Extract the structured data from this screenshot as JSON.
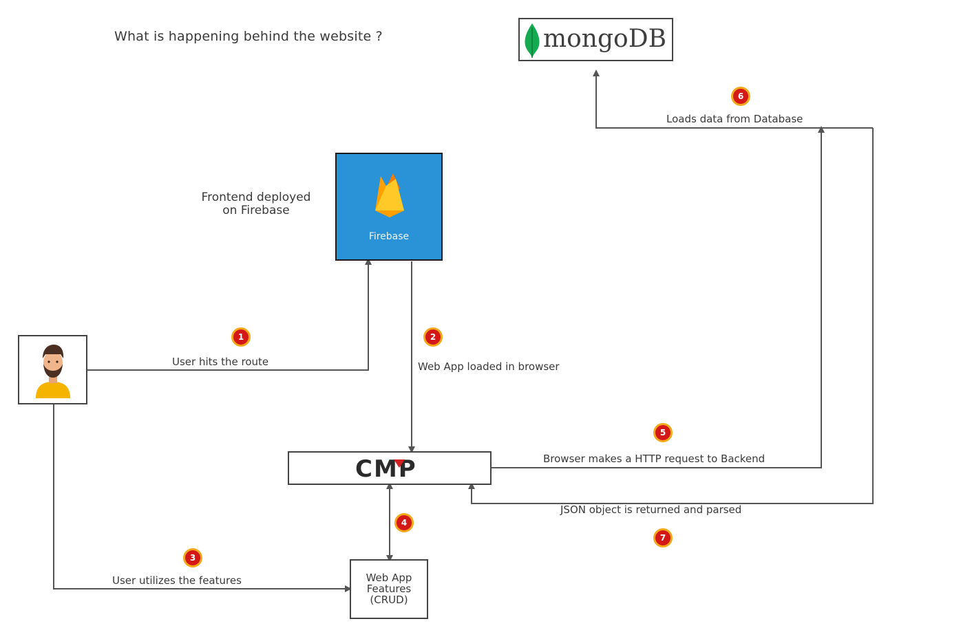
{
  "title": "What is happening behind the website ?",
  "nodes": {
    "mongodb": {
      "label": "mongoDB"
    },
    "firebase": {
      "label": "Firebase",
      "caption_line1": "Frontend deployed",
      "caption_line2": "on Firebase"
    },
    "cmp": {
      "label": "CMP"
    },
    "crud": {
      "line1": "Web App",
      "line2": "Features",
      "line3": "(CRUD)"
    },
    "user": {
      "icon": "user-avatar-icon"
    }
  },
  "steps": [
    {
      "number": "1",
      "label": "User hits the route"
    },
    {
      "number": "2",
      "label": "Web App loaded in browser"
    },
    {
      "number": "3",
      "label": "User utilizes the features"
    },
    {
      "number": "4",
      "label": ""
    },
    {
      "number": "5",
      "label": "Browser makes a HTTP request to Backend"
    },
    {
      "number": "6",
      "label": "Loads data from Database"
    },
    {
      "number": "7",
      "label": "JSON object is returned and parsed"
    }
  ],
  "colors": {
    "firebase_bg": "#2a92d6",
    "mongo_leaf": "#13aa52",
    "badge_fill": "#d41818",
    "badge_ring": "#f6a81c",
    "line": "#555555"
  }
}
